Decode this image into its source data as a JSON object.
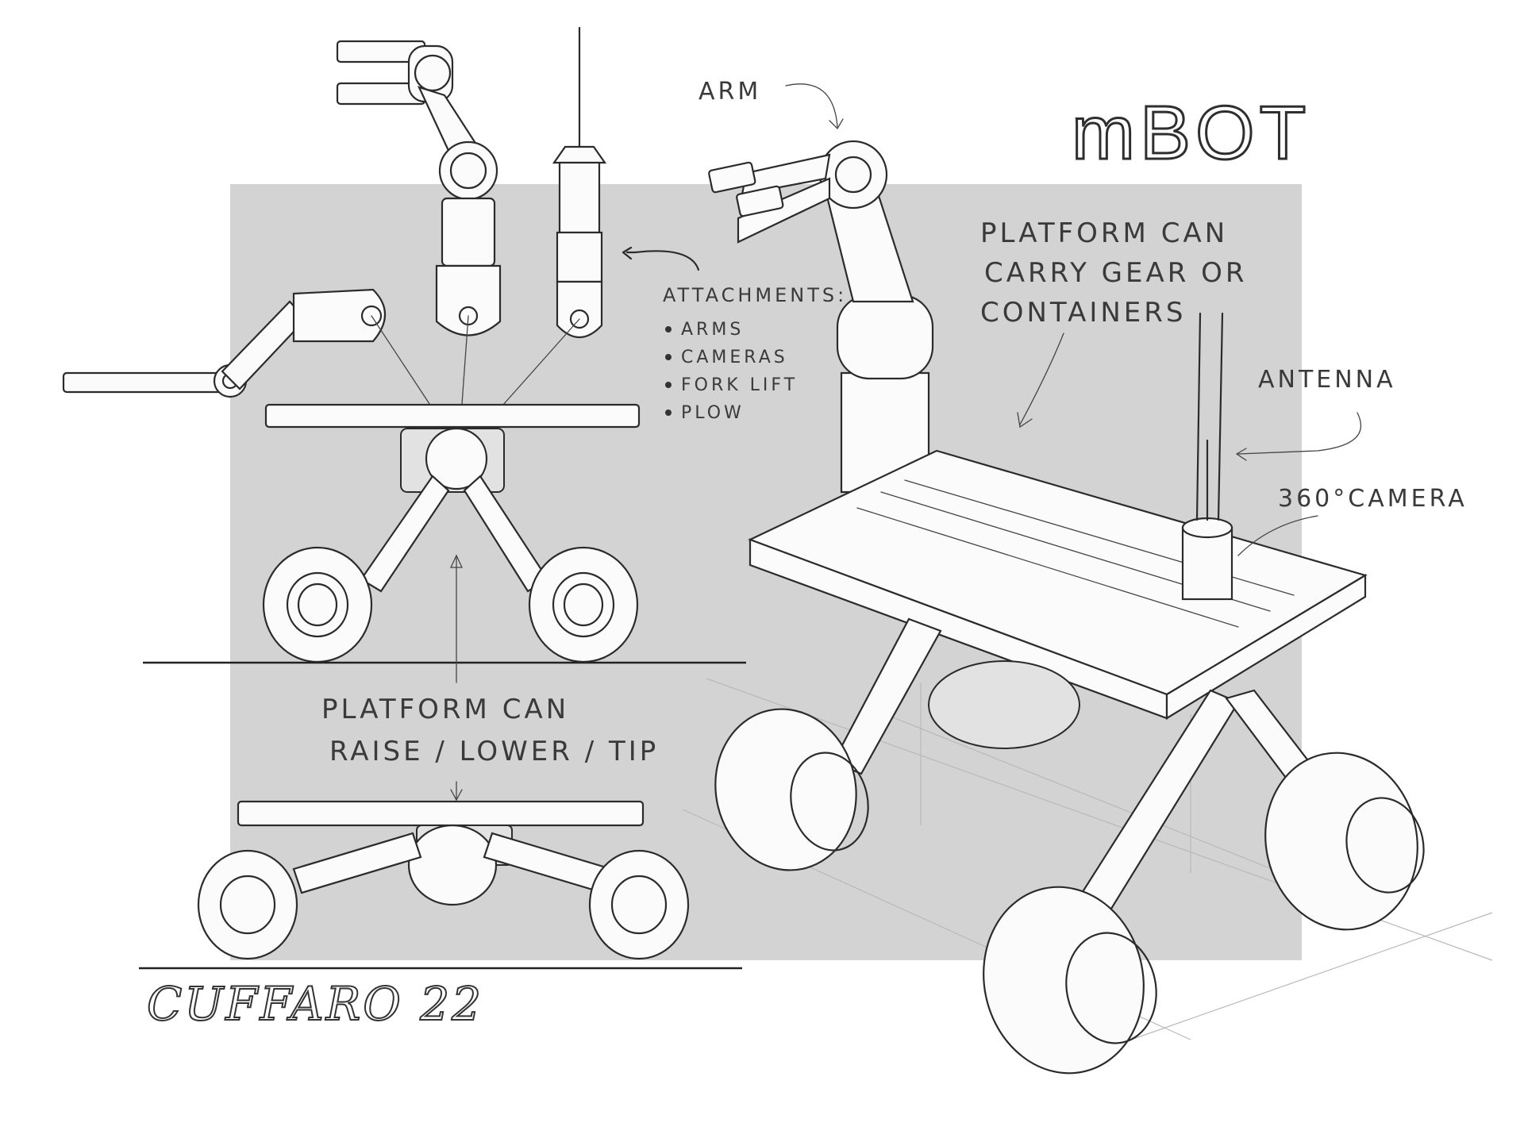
{
  "title": "mBOT",
  "colors": {
    "panel": "#d3d3d3",
    "ink": "#2b2b2b",
    "paper": "#ffffff"
  },
  "labels": {
    "arm": "ARM",
    "attachments_heading": "ATTACHMENTS:",
    "attachments": [
      "ARMS",
      "CAMERAS",
      "FORK LIFT",
      "PLOW"
    ],
    "platform_carry": [
      "PLATFORM CAN",
      "CARRY GEAR OR",
      "CONTAINERS"
    ],
    "antenna": "ANTENNA",
    "camera": "360°CAMERA",
    "platform_raise": [
      "PLATFORM CAN",
      "RAISE / LOWER / TIP"
    ]
  },
  "signature": "CUFFARO 22"
}
